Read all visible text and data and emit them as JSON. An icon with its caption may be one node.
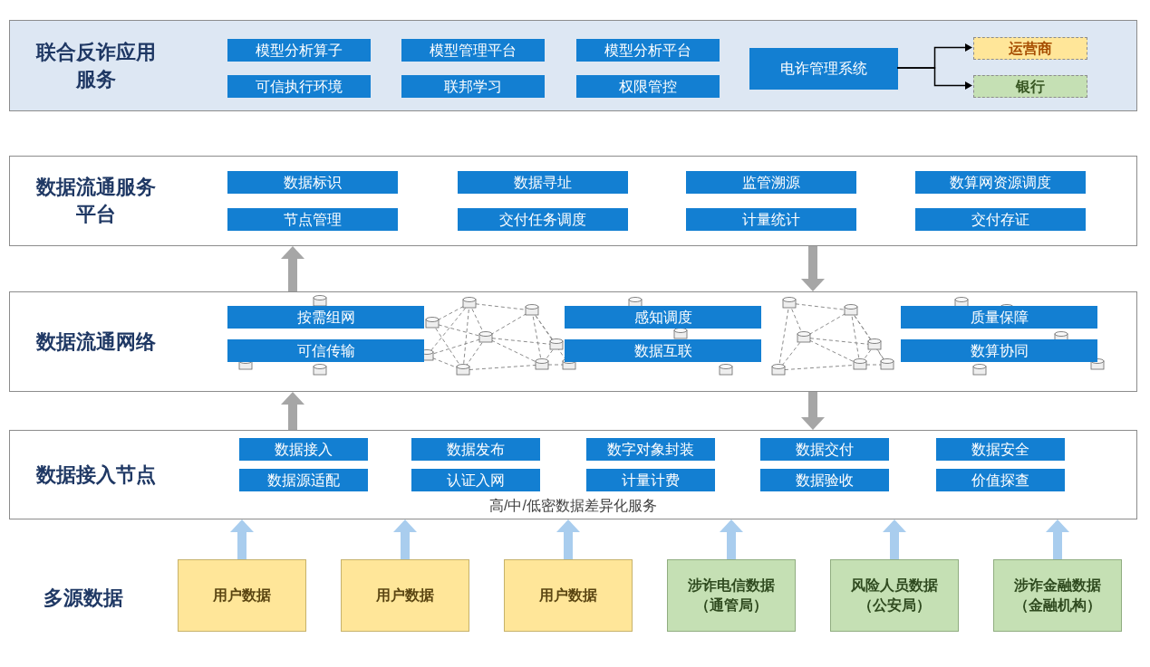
{
  "diagram": {
    "nodes": [
      {
        "text": [
          "联合反诈应用服务"
        ]
      },
      {
        "text": [
          "模型分析算子"
        ],
        "in": 0
      },
      {
        "text": [
          "模型管理平台"
        ],
        "in": 0
      },
      {
        "text": [
          "模型分析平台"
        ],
        "in": 0
      },
      {
        "text": [
          "可信执行环境"
        ],
        "in": 0
      },
      {
        "text": [
          "联邦学习"
        ],
        "in": 0
      },
      {
        "text": [
          "权限管控"
        ],
        "in": 0
      },
      {
        "text": [
          "电诈管理系统"
        ],
        "in": 0
      },
      {
        "text": [
          "运营商"
        ],
        "in": 0
      },
      {
        "text": [
          "银行"
        ],
        "in": 0
      },
      {
        "text": [
          "数据流通服务平台"
        ]
      },
      {
        "text": [
          "数据标识"
        ],
        "in": 10
      },
      {
        "text": [
          "数据寻址"
        ],
        "in": 10
      },
      {
        "text": [
          "监管溯源"
        ],
        "in": 10
      },
      {
        "text": [
          "数算网资源调度"
        ],
        "in": 10
      },
      {
        "text": [
          "节点管理"
        ],
        "in": 10
      },
      {
        "text": [
          "交付任务调度"
        ],
        "in": 10
      },
      {
        "text": [
          "计量统计"
        ],
        "in": 10
      },
      {
        "text": [
          "交付存证"
        ],
        "in": 10
      },
      {
        "text": [
          "数据流通网络"
        ]
      },
      {
        "text": [
          "按需组网"
        ],
        "in": 19
      },
      {
        "text": [
          "感知调度"
        ],
        "in": 19
      },
      {
        "text": [
          "质量保障"
        ],
        "in": 19
      },
      {
        "text": [
          "可信传输"
        ],
        "in": 19
      },
      {
        "text": [
          "数据互联"
        ],
        "in": 19
      },
      {
        "text": [
          "数算协同"
        ],
        "in": 19
      },
      {
        "text": [
          "数据接入节点",
          "高/中/低密数据差异化服务"
        ]
      },
      {
        "text": [
          "数据接入"
        ],
        "in": 26
      },
      {
        "text": [
          "数据发布"
        ],
        "in": 26
      },
      {
        "text": [
          "数字对象封装"
        ],
        "in": 26
      },
      {
        "text": [
          "数据交付"
        ],
        "in": 26
      },
      {
        "text": [
          "数据安全"
        ],
        "in": 26
      },
      {
        "text": [
          "数据源适配"
        ],
        "in": 26
      },
      {
        "text": [
          "认证入网"
        ],
        "in": 26
      },
      {
        "text": [
          "计量计费"
        ],
        "in": 26
      },
      {
        "text": [
          "数据验收"
        ],
        "in": 26
      },
      {
        "text": [
          "价值探查"
        ],
        "in": 26
      },
      {
        "text": [
          "用户数据"
        ]
      },
      {
        "text": [
          "用户数据"
        ]
      },
      {
        "text": [
          "用户数据"
        ]
      },
      {
        "text": [
          "涉诈电信数据（通管局）"
        ]
      },
      {
        "text": [
          "风险人员数据（公安局）"
        ]
      },
      {
        "text": [
          "涉诈金融数据（金融机构）"
        ]
      }
    ],
    "edges": [
      {
        "from": 7,
        "to": 8,
        "arrow": "to",
        "color": "#000000"
      },
      {
        "from": 7,
        "to": 9,
        "arrow": "to",
        "color": "#000000"
      },
      {
        "from": 19,
        "to": 10,
        "arrow": "to",
        "color": "#a6a6a6"
      },
      {
        "from": 10,
        "to": 19,
        "arrow": "to",
        "color": "#a6a6a6"
      },
      {
        "from": 26,
        "to": 19,
        "arrow": "to",
        "color": "#a6a6a6"
      },
      {
        "from": 19,
        "to": 26,
        "arrow": "to",
        "color": "#a6a6a6"
      },
      {
        "from": 37,
        "to": 26,
        "arrow": "to"
      },
      {
        "from": 38,
        "to": 26,
        "arrow": "to"
      },
      {
        "from": 39,
        "to": 26,
        "arrow": "to"
      },
      {
        "from": 40,
        "to": 26,
        "arrow": "to"
      },
      {
        "from": 41,
        "to": 26,
        "arrow": "to"
      },
      {
        "from": 42,
        "to": 26,
        "arrow": "to"
      }
    ],
    "labels": [
      "多源数据"
    ]
  }
}
